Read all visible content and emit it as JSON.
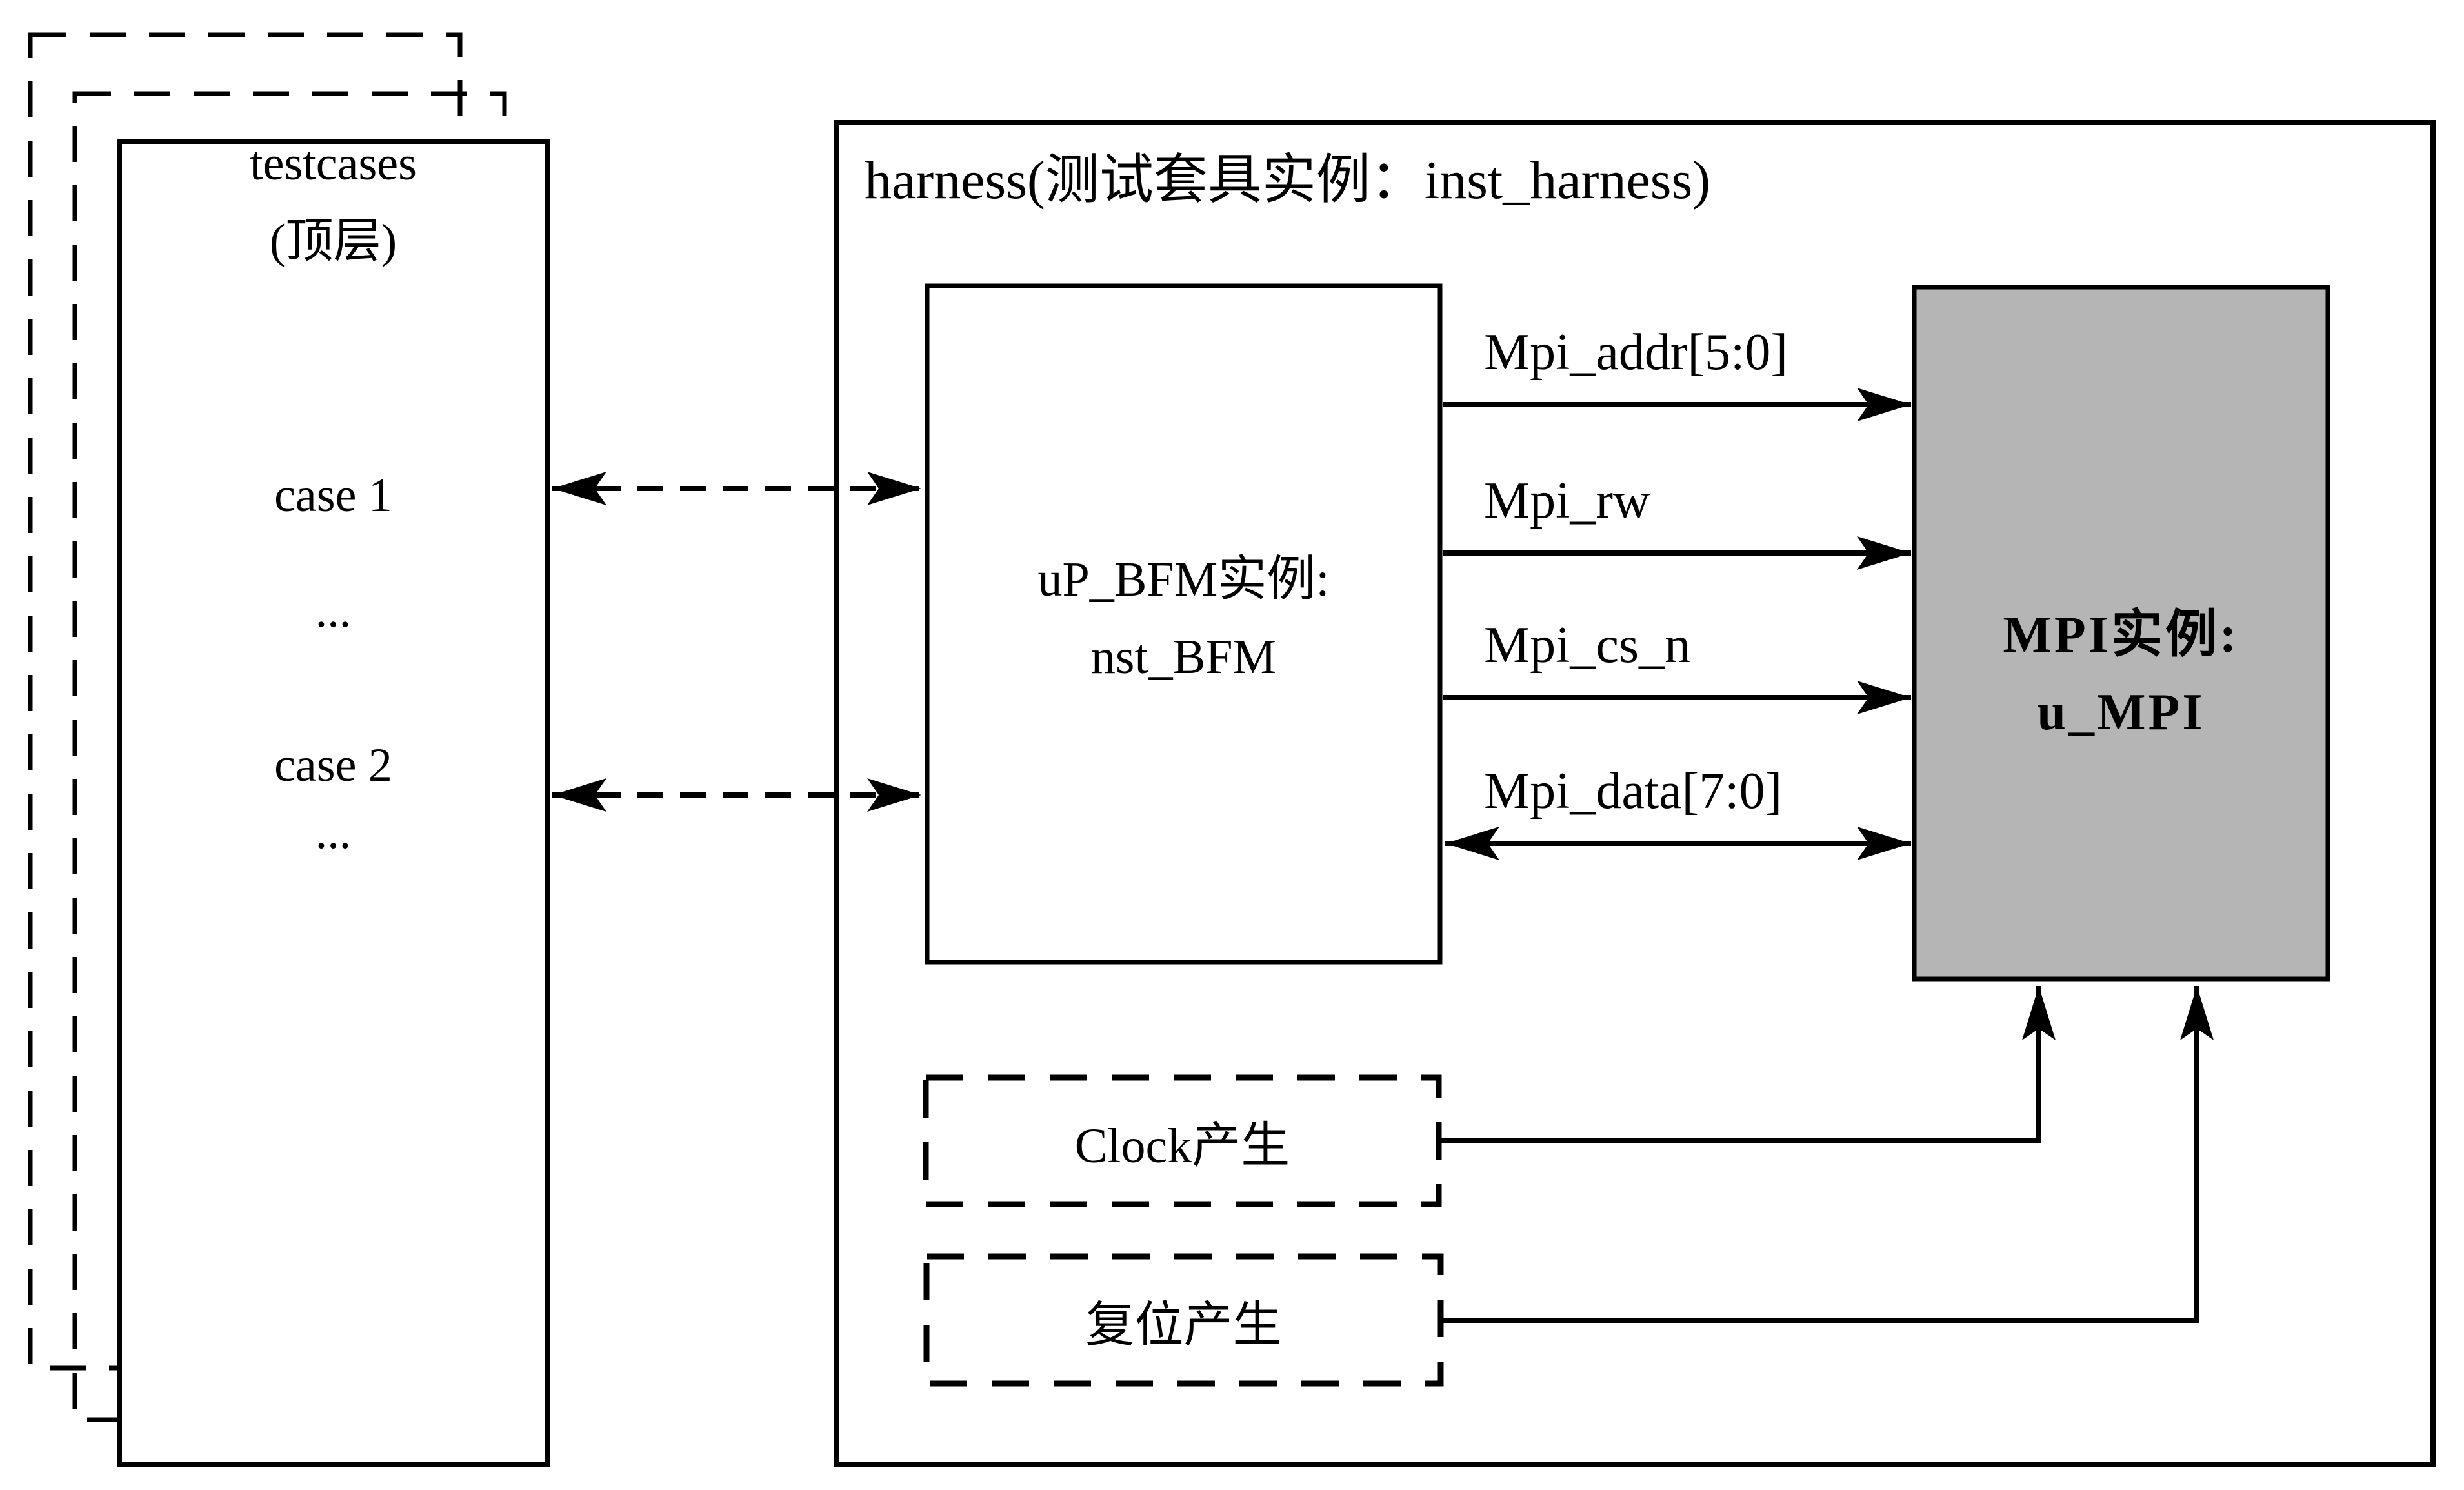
{
  "diagram": {
    "testcases": {
      "title_line1": "testcases",
      "title_line2": "(顶层)",
      "case1_label": "case 1",
      "case1_ellipsis": "...",
      "case2_label": "case 2",
      "case2_ellipsis": "..."
    },
    "harness": {
      "title": "harness(测试套具实例：inst_harness)",
      "bfm": {
        "line1": "uP_BFM实例:",
        "line2": "nst_BFM"
      },
      "mpi": {
        "line1": "MPI实例:",
        "line2": "u_MPI"
      },
      "signals": [
        {
          "name": "Mpi_addr[5:0]",
          "direction": "right"
        },
        {
          "name": "Mpi_rw",
          "direction": "right"
        },
        {
          "name": "Mpi_cs_n",
          "direction": "right"
        },
        {
          "name": "Mpi_data[7:0]",
          "direction": "both"
        }
      ],
      "generators": [
        {
          "label": "Clock产生"
        },
        {
          "label": "复位产生"
        }
      ]
    },
    "colors": {
      "line": "#000000",
      "mpi_fill": "#b5b5b5",
      "background": "#ffffff"
    }
  }
}
